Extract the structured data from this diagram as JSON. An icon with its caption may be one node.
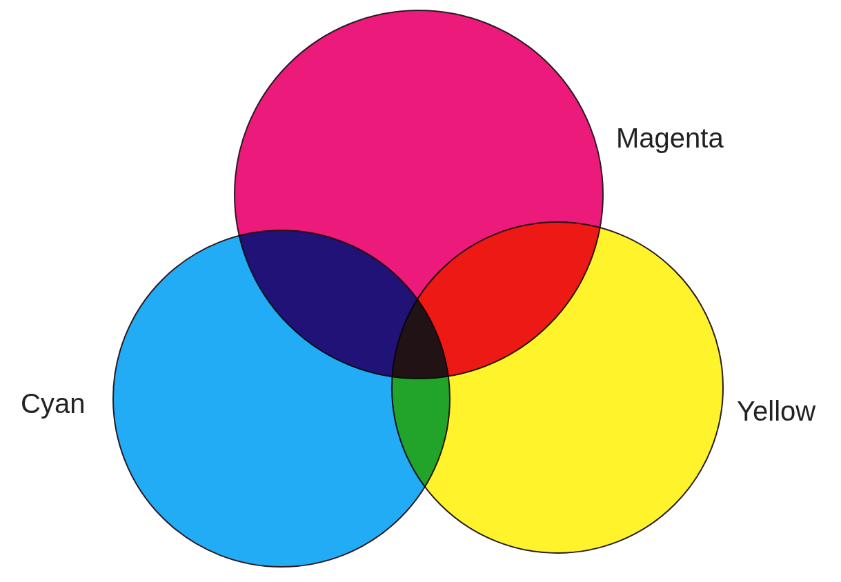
{
  "diagram": {
    "nodes": [
      {
        "text": [
          "Magenta"
        ]
      },
      {
        "text": [
          "Cyan"
        ]
      },
      {
        "text": [
          "Yellow"
        ]
      }
    ]
  }
}
